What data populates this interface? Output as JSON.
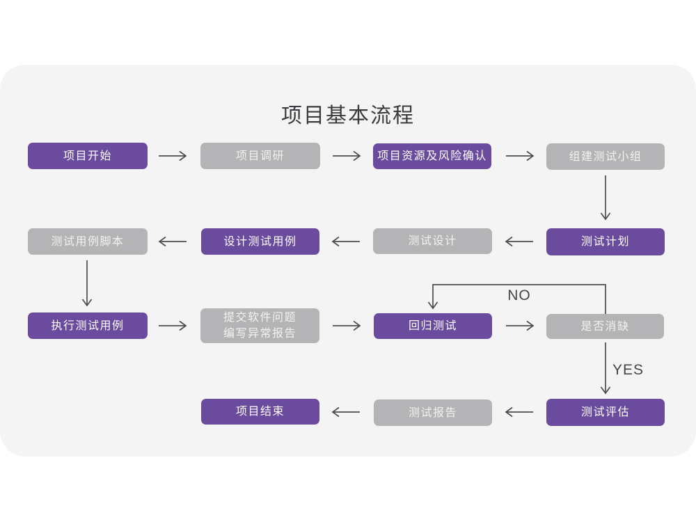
{
  "title": "项目基本流程",
  "colors": {
    "accent-purple": "#6a4b9d",
    "node-gray": "#b4b4b6",
    "card-bg": "#f5f4f5",
    "page-bg": "#ffffff",
    "arrow": "#4c4c4f",
    "text-dark": "#3b3a3e"
  },
  "flow": {
    "nodes": [
      {
        "label": "项目开始",
        "type": "primary"
      },
      {
        "label": "项目调研",
        "type": "secondary"
      },
      {
        "label": "项目资源及风险确认",
        "type": "primary"
      },
      {
        "label": "组建测试小组",
        "type": "secondary"
      },
      {
        "label": "测试用例脚本",
        "type": "secondary"
      },
      {
        "label": "设计测试用例",
        "type": "primary"
      },
      {
        "label": "测试设计",
        "type": "secondary"
      },
      {
        "label": "测试计划",
        "type": "primary"
      },
      {
        "label": "执行测试用例",
        "type": "primary"
      },
      {
        "label": "提交软件问题\n编写异常报告",
        "type": "secondary"
      },
      {
        "label": "回归测试",
        "type": "primary"
      },
      {
        "label": "是否消缺",
        "type": "secondary"
      },
      {
        "label": "项目结束",
        "type": "primary"
      },
      {
        "label": "测试报告",
        "type": "secondary"
      },
      {
        "label": "测试评估",
        "type": "primary"
      }
    ],
    "labels": {
      "no": "NO",
      "yes": "YES"
    }
  }
}
